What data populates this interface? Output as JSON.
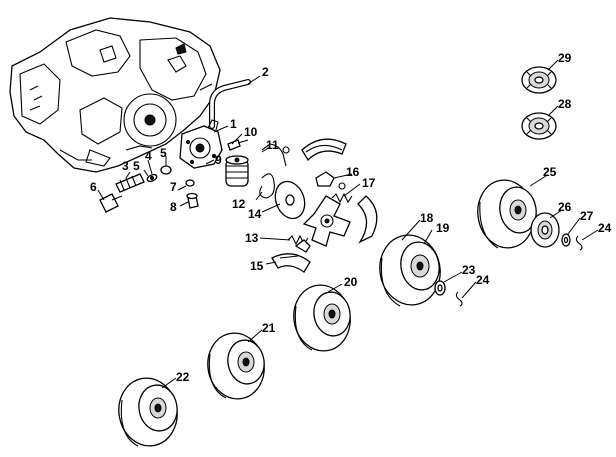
{
  "diagram": {
    "parts": [
      {
        "number": "1"
      },
      {
        "number": "2"
      },
      {
        "number": "3"
      },
      {
        "number": "4"
      },
      {
        "number": "5"
      },
      {
        "number": "5"
      },
      {
        "number": "6"
      },
      {
        "number": "7"
      },
      {
        "number": "8"
      },
      {
        "number": "9"
      },
      {
        "number": "10"
      },
      {
        "number": "11"
      },
      {
        "number": "12"
      },
      {
        "number": "13"
      },
      {
        "number": "14"
      },
      {
        "number": "15"
      },
      {
        "number": "16"
      },
      {
        "number": "17"
      },
      {
        "number": "18"
      },
      {
        "number": "19"
      },
      {
        "number": "20"
      },
      {
        "number": "21"
      },
      {
        "number": "22"
      },
      {
        "number": "23"
      },
      {
        "number": "24"
      },
      {
        "number": "24"
      },
      {
        "number": "25"
      },
      {
        "number": "26"
      },
      {
        "number": "27"
      },
      {
        "number": "28"
      },
      {
        "number": "29"
      }
    ]
  }
}
